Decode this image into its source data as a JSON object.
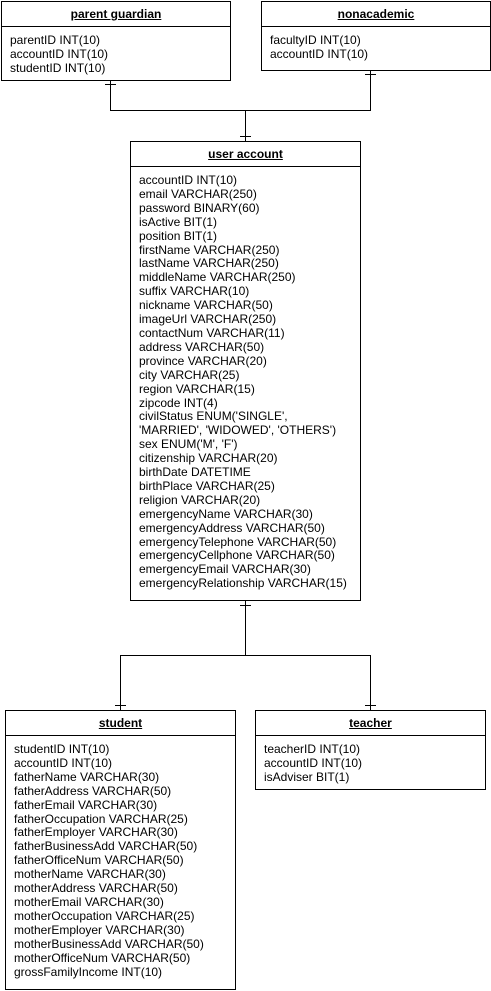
{
  "entities": {
    "parent_guardian": {
      "name": "parent guardian",
      "attributes": [
        "parentID INT(10)",
        "accountID INT(10)",
        "studentID INT(10)"
      ]
    },
    "nonacademic": {
      "name": "nonacademic",
      "attributes": [
        "facultyID INT(10)",
        "accountID INT(10)"
      ]
    },
    "user_account": {
      "name": "user account",
      "attributes": [
        "accountID INT(10)",
        "email VARCHAR(250)",
        "password BINARY(60)",
        "isActive BIT(1)",
        "position BIT(1)",
        "firstName VARCHAR(250)",
        "lastName VARCHAR(250)",
        "middleName VARCHAR(250)",
        "suffix VARCHAR(10)",
        "nickname VARCHAR(50)",
        "imageUrl VARCHAR(250)",
        "contactNum VARCHAR(11)",
        "address VARCHAR(50)",
        "province VARCHAR(20)",
        "city VARCHAR(25)",
        "region VARCHAR(15)",
        "zipcode INT(4)",
        "civilStatus ENUM('SINGLE', 'MARRIED', 'WIDOWED', 'OTHERS')",
        "sex ENUM('M', 'F')",
        "citizenship VARCHAR(20)",
        "birthDate DATETIME",
        "birthPlace VARCHAR(25)",
        "religion VARCHAR(20)",
        "emergencyName VARCHAR(30)",
        "emergencyAddress VARCHAR(50)",
        "emergencyTelephone VARCHAR(50)",
        "emergencyCellphone VARCHAR(50)",
        "emergencyEmail VARCHAR(30)",
        "emergencyRelationship VARCHAR(15)"
      ]
    },
    "student": {
      "name": "student",
      "attributes": [
        "studentID INT(10)",
        "accountID INT(10)",
        "fatherName VARCHAR(30)",
        "fatherAddress VARCHAR(50)",
        "fatherEmail VARCHAR(30)",
        "fatherOccupation VARCHAR(25)",
        "fatherEmployer VARCHAR(30)",
        "fatherBusinessAdd VARCHAR(50)",
        "fatherOfficeNum VARCHAR(50)",
        "motherName VARCHAR(30)",
        "motherAddress VARCHAR(50)",
        "motherEmail VARCHAR(30)",
        "motherOccupation VARCHAR(25)",
        "motherEmployer VARCHAR(30)",
        "motherBusinessAdd VARCHAR(50)",
        "motherOfficeNum VARCHAR(50)",
        "grossFamilyIncome INT(10)"
      ]
    },
    "teacher": {
      "name": "teacher",
      "attributes": [
        "teacherID INT(10)",
        "accountID INT(10)",
        "isAdviser BIT(1)"
      ]
    }
  }
}
